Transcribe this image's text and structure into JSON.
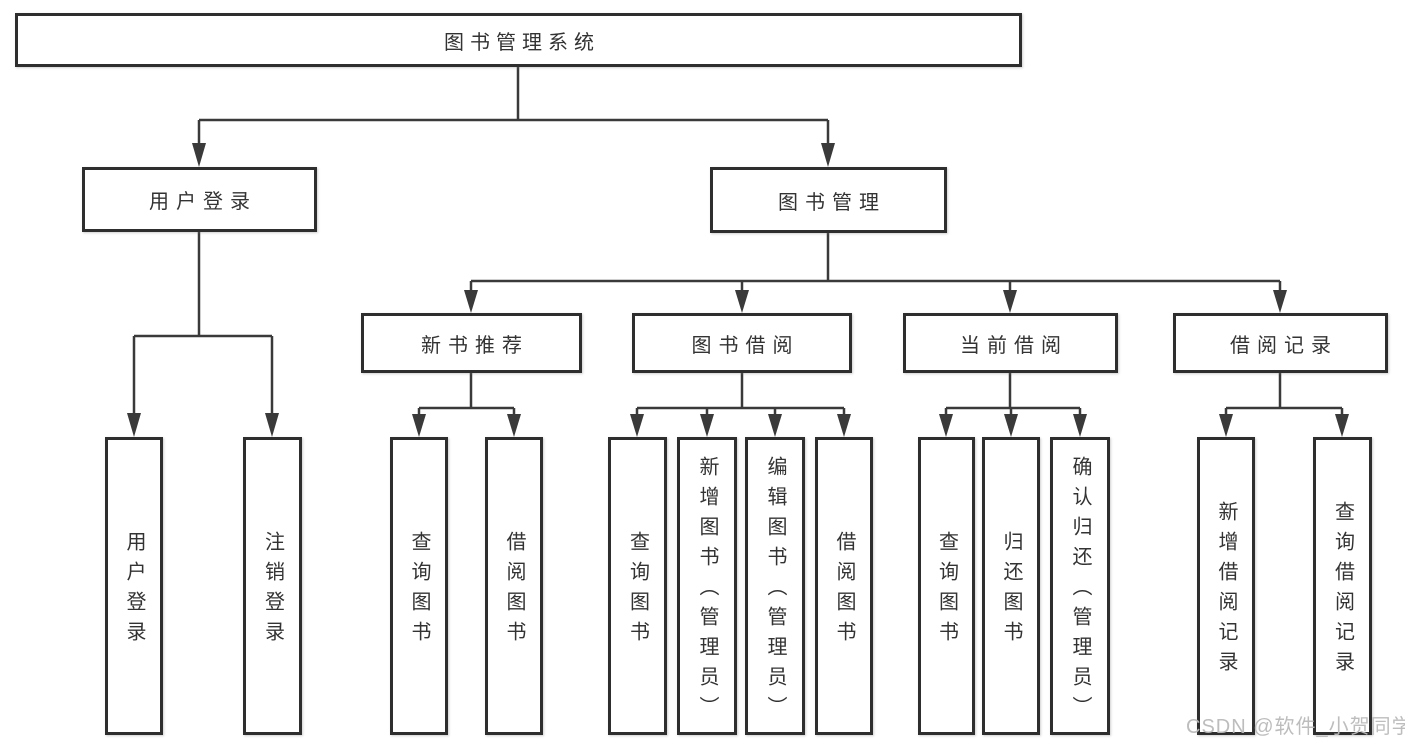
{
  "diagram": {
    "root": "图书管理系统",
    "user_login": {
      "label": "用户登录",
      "children": [
        "用户登录",
        "注销登录"
      ]
    },
    "book_mgmt": {
      "label": "图书管理",
      "sections": [
        {
          "label": "新书推荐",
          "children": [
            "查询图书",
            "借阅图书"
          ]
        },
        {
          "label": "图书借阅",
          "children": [
            "查询图书",
            "新增图书（管理员）",
            "编辑图书（管理员）",
            "借阅图书"
          ]
        },
        {
          "label": "当前借阅",
          "children": [
            "查询图书",
            "归还图书",
            "确认归还（管理员）"
          ]
        },
        {
          "label": "借阅记录",
          "children": [
            "新增借阅记录",
            "查询借阅记录"
          ]
        }
      ]
    }
  },
  "colors": {
    "line": "#3a3a3a",
    "border": "#2e2e2e",
    "text": "#333333",
    "background": "#ffffff",
    "watermark": "#b9b9b9"
  },
  "watermark": "CSDN @软件_小贺同学"
}
